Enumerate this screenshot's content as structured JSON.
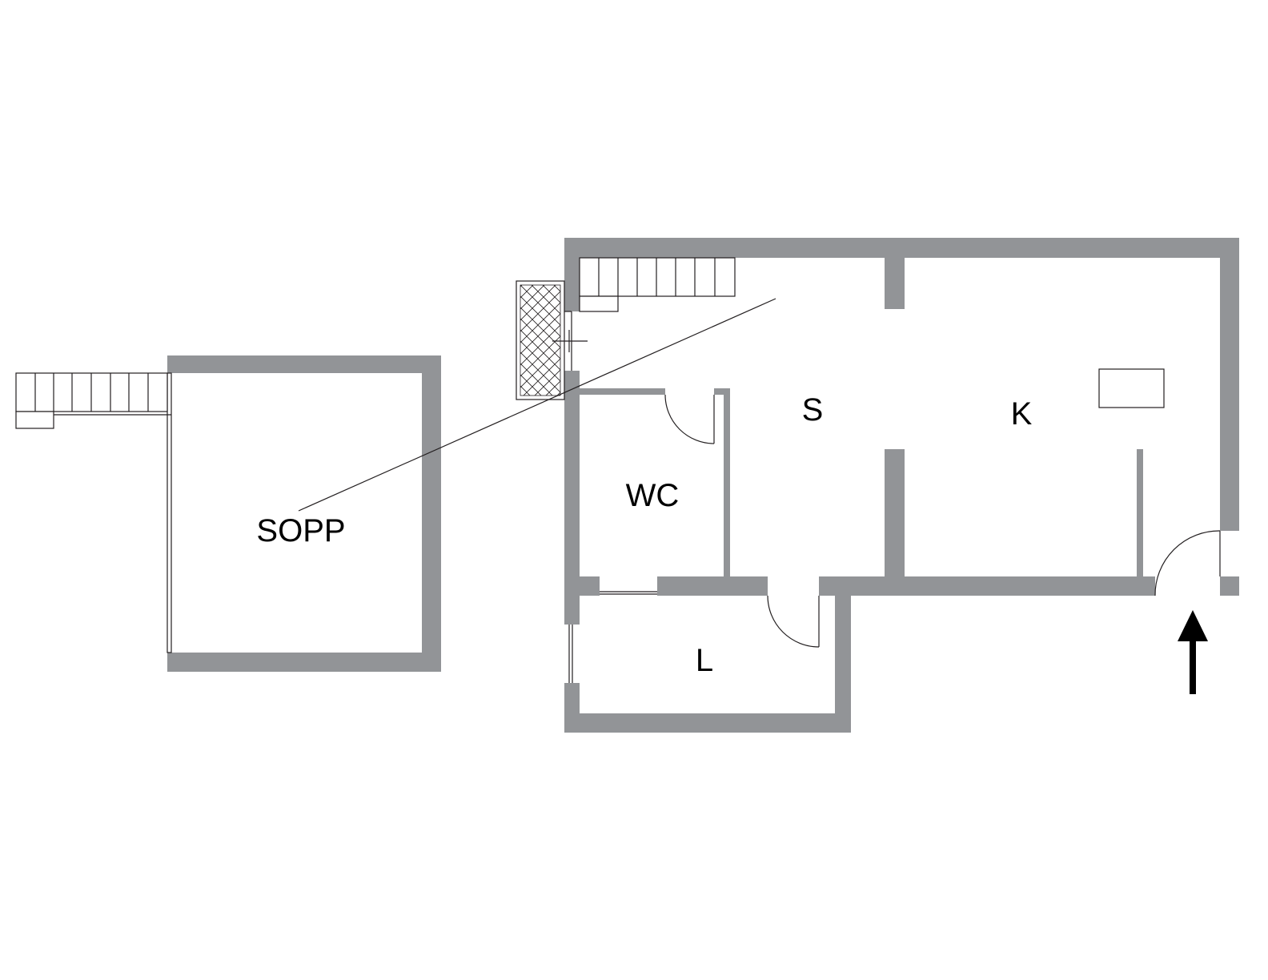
{
  "colors": {
    "wall": "#929497",
    "line": "#231f20",
    "label": "#000000",
    "arrow": "#000000"
  },
  "rooms": {
    "sopp": "SOPP",
    "wc": "WC",
    "s": "S",
    "k": "K",
    "l": "L"
  },
  "icons": {
    "entrance": "entrance-arrow-icon"
  }
}
